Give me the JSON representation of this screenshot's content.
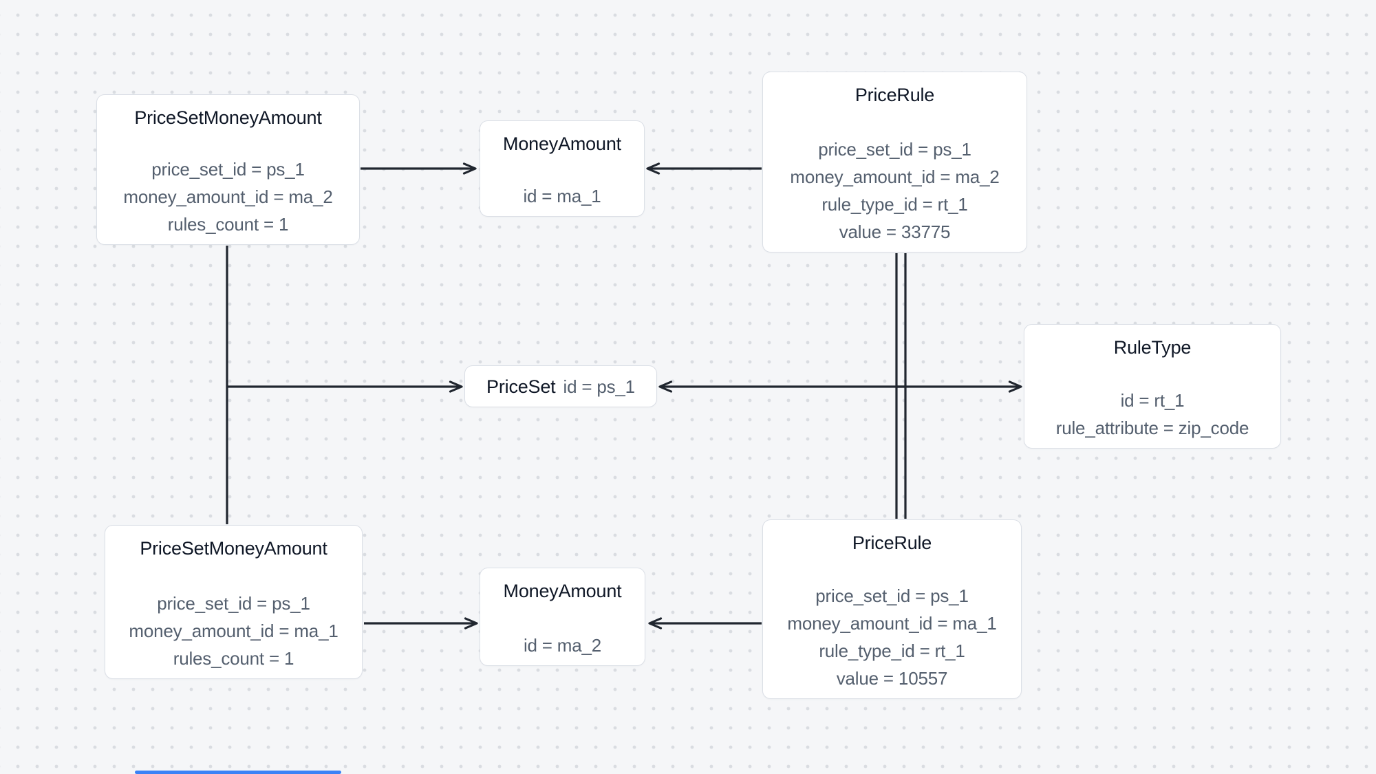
{
  "canvas": {
    "background_color": "#f5f6f8",
    "dot_color": "#d9dce1",
    "edge_color": "#20262f",
    "node_border_color": "#dbdfe6",
    "node_background_color": "#ffffff",
    "title_color": "#0f1726",
    "attribute_color": "#545f6e",
    "accent_color": "#3b82f6"
  },
  "nodes": [
    {
      "id": "price-set-money-amount-top",
      "title": "PriceSetMoneyAmount",
      "lines": [
        "price_set_id = ps_1",
        "money_amount_id = ma_2",
        "rules_count = 1"
      ]
    },
    {
      "id": "money-amount-top",
      "title": "MoneyAmount",
      "lines": [
        "id = ma_1"
      ]
    },
    {
      "id": "price-rule-top",
      "title": "PriceRule",
      "lines": [
        "price_set_id = ps_1",
        "money_amount_id = ma_2",
        "rule_type_id = rt_1",
        "value = 33775"
      ]
    },
    {
      "id": "price-set",
      "title": "PriceSet",
      "value": "id = ps_1"
    },
    {
      "id": "rule-type",
      "title": "RuleType",
      "lines": [
        "id = rt_1",
        "rule_attribute = zip_code"
      ]
    },
    {
      "id": "price-set-money-amount-bottom",
      "title": "PriceSetMoneyAmount",
      "lines": [
        "price_set_id = ps_1",
        "money_amount_id = ma_1",
        "rules_count = 1"
      ]
    },
    {
      "id": "money-amount-bottom",
      "title": "MoneyAmount",
      "lines": [
        "id = ma_2"
      ]
    },
    {
      "id": "price-rule-bottom",
      "title": "PriceRule",
      "lines": [
        "price_set_id = ps_1",
        "money_amount_id = ma_1",
        "rule_type_id = rt_1",
        "value = 10557"
      ]
    }
  ]
}
